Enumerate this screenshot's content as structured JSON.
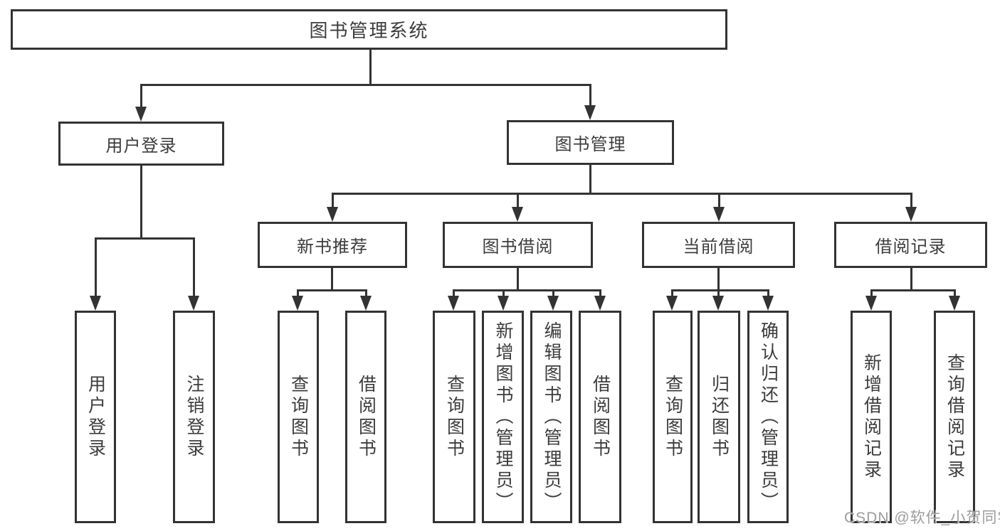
{
  "tree": {
    "root": {
      "label": "图书管理系统",
      "children": [
        {
          "label": "用户登录",
          "children": [
            {
              "label": "用户登录"
            },
            {
              "label": "注销登录"
            }
          ]
        },
        {
          "label": "图书管理",
          "children": [
            {
              "label": "新书推荐",
              "children": [
                {
                  "label": "查询图书"
                },
                {
                  "label": "借阅图书"
                }
              ]
            },
            {
              "label": "图书借阅",
              "children": [
                {
                  "label": "查询图书"
                },
                {
                  "label": "新增图书（管理员）"
                },
                {
                  "label": "编辑图书（管理员）"
                },
                {
                  "label": "借阅图书"
                }
              ]
            },
            {
              "label": "当前借阅",
              "children": [
                {
                  "label": "查询图书"
                },
                {
                  "label": "归还图书"
                },
                {
                  "label": "确认归还（管理员）"
                }
              ]
            },
            {
              "label": "借阅记录",
              "children": [
                {
                  "label": "新增借阅记录"
                },
                {
                  "label": "查询借阅记录"
                }
              ]
            }
          ]
        }
      ]
    }
  },
  "watermark": {
    "text": "CSDN @软件_小贺同学"
  },
  "colors": {
    "line": "#333333",
    "box_border": "#333333",
    "box_background": "#ffffff",
    "text": "#3c3c3c",
    "watermark": "#9c9c9c",
    "page_background": "#ffffff"
  }
}
